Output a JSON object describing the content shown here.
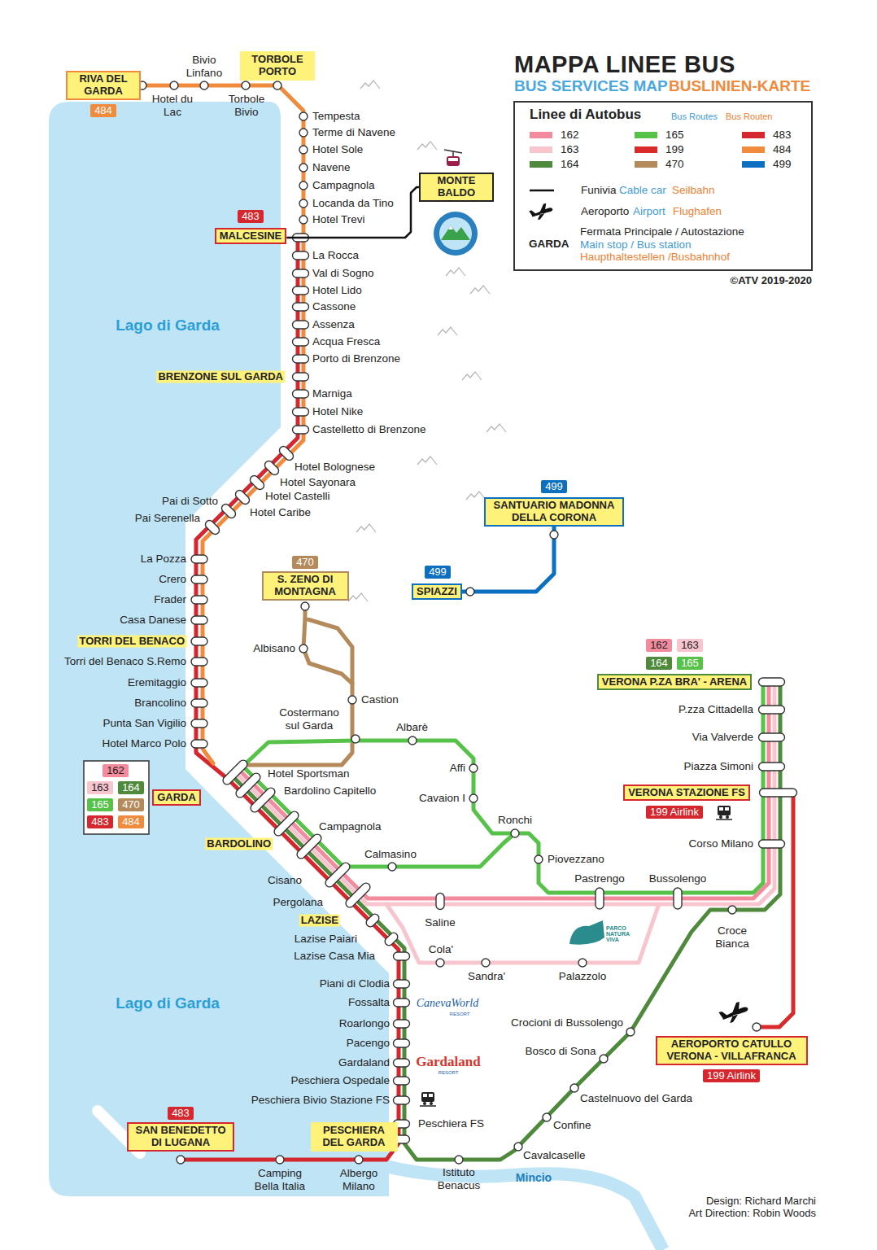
{
  "diagram": {
    "title": "MAPPA LINEE BUS",
    "nodes": [
      {
        "text": [
          "RIVA DEL GARDA"
        ]
      },
      {
        "text": [
          "484"
        ]
      },
      {
        "text": [
          "TORBOLE PORTO"
        ]
      },
      {
        "text": [
          "483"
        ]
      },
      {
        "text": [
          "MALCESINE"
        ]
      },
      {
        "text": [
          "MONTE BALDO"
        ]
      },
      {
        "text": [
          "499"
        ]
      },
      {
        "text": [
          "SANTUARIO MADONNA DELLA CORONA"
        ]
      },
      {
        "text": [
          "499"
        ]
      },
      {
        "text": [
          "SPIAZZI"
        ]
      },
      {
        "text": [
          "470"
        ]
      },
      {
        "text": [
          "S. ZENO DI MONTAGNA"
        ]
      },
      {
        "text": [
          "162"
        ]
      },
      {
        "text": [
          "163"
        ]
      },
      {
        "text": [
          "164"
        ]
      },
      {
        "text": [
          "165"
        ]
      },
      {
        "text": [
          "VERONA P.ZA BRA' - ARENA"
        ]
      },
      {
        "text": [
          "VERONA STAZIONE FS"
        ]
      },
      {
        "text": [
          "199 Airlink"
        ]
      },
      {
        "text": [
          "162"
        ]
      },
      {
        "text": [
          "163"
        ]
      },
      {
        "text": [
          "164"
        ]
      },
      {
        "text": [
          "165"
        ]
      },
      {
        "text": [
          "470"
        ]
      },
      {
        "text": [
          "483"
        ]
      },
      {
        "text": [
          "484"
        ]
      },
      {
        "text": [
          "GARDA"
        ]
      },
      {
        "text": [
          "483"
        ]
      },
      {
        "text": [
          "SAN BENEDETTO DI LUGANA"
        ]
      },
      {
        "text": [
          "PESCHIERA DEL GARDA"
        ]
      },
      {
        "text": [
          "AEROPORTO CATULLO VERONA - VILLAFRANCA"
        ]
      },
      {
        "text": [
          "199 Airlink"
        ]
      }
    ],
    "edges": [
      {
        "from": 9,
        "to": 7,
        "arrow": "none"
      },
      {
        "from": 4,
        "to": 5,
        "arrow": "none"
      }
    ],
    "labels": [
      "BUS SERVICES MAP",
      "BUSLINIEN-KARTE",
      "Linee di Autobus",
      "Bus Routes",
      "Bus Routen",
      "Cable car",
      "Seilbahn",
      "Airport",
      "Flughafen",
      "GARDA",
      "Main stop / Bus station",
      "Haupthaltestellen /Busbahnhof",
      "©ATV 2019-2020",
      "Bivio Linfano",
      "Hotel du Lac",
      "Torbole Bivio",
      "Tempesta",
      "Terme di Navene",
      "Hotel Sole",
      "Navene",
      "Campagnola",
      "Locanda da Tino",
      "Hotel Trevi",
      "La Rocca",
      "Val di Sogno",
      "Hotel Lido",
      "Cassone",
      "Assenza",
      "Acqua Fresca",
      "Porto di Brenzone",
      "BRENZONE SUL GARDA",
      "Marniga",
      "Hotel Nike",
      "Castelletto di Brenzone",
      "Hotel Bolognese",
      "Hotel Sayonara",
      "Hotel Castelli",
      "Hotel Caribe",
      "Pai di Sotto",
      "Pai Serenella",
      "La Pozza",
      "Crero",
      "Frader",
      "Casa Danese",
      "TORRI DEL BENACO",
      "Torri del Benaco S.Remo",
      "Eremitaggio",
      "Brancolino",
      "Punta San Vigilio",
      "Hotel Marco Polo",
      "Lago di Garda",
      "Albisano",
      "Castion",
      "Costermano sul Garda",
      "Albarè",
      "Hotel Sportsman",
      "Bardolino Capitello",
      "Affi",
      "Cavaion I",
      "Ronchi",
      "Campagnola",
      "BARDOLINO",
      "Calmasino",
      "Piovezzano",
      "Cisano",
      "Pastrengo",
      "Bussolengo",
      "Pergolana",
      "Saline",
      "LAZISE",
      "Croce Bianca",
      "Lazise Paiari",
      "Cola'",
      "Lazise Casa Mia",
      "Sandra'",
      "Palazzolo",
      "Piani di Clodia",
      "Fossalta",
      "Roarlongo",
      "Pacengo",
      "Gardaland",
      "Peschiera Ospedale",
      "Peschiera Bivio Stazione FS",
      "Peschiera FS",
      "Lago di Garda",
      "Crocioni di Bussolengo",
      "Bosco di Sona",
      "Castelnuovo del Garda",
      "Confine",
      "Cavalcaselle",
      "Camping Bella Italia",
      "Albergo Milano",
      "Istituto Benacus",
      "Mincio",
      "P.zza Cittadella",
      "Via Valverde",
      "Piazza Simoni",
      "Corso Milano",
      "CanevaWorld",
      "RESORT",
      "Gardaland",
      "RESORT",
      "PARCO NATURA VIVA",
      "Design: Richard Marchi",
      "Art Direction: Robin Woods"
    ],
    "legend": [
      {
        "text": "162",
        "color": "#f28b9e"
      },
      {
        "text": "163",
        "color": "#f8c5cf"
      },
      {
        "text": "164",
        "color": "#4f8a3c"
      },
      {
        "text": "165",
        "color": "#56c24a"
      },
      {
        "text": "199",
        "color": "#d92b2b"
      },
      {
        "text": "470",
        "color": "#b48a5a"
      },
      {
        "text": "483",
        "color": "#d6262e"
      },
      {
        "text": "484",
        "color": "#f08a3c"
      },
      {
        "text": "499",
        "color": "#0c6fbf"
      },
      {
        "text": "Funivia"
      },
      {
        "text": "Aeroporto"
      },
      {
        "text": "Fermata Principale / Autostazione"
      }
    ]
  }
}
